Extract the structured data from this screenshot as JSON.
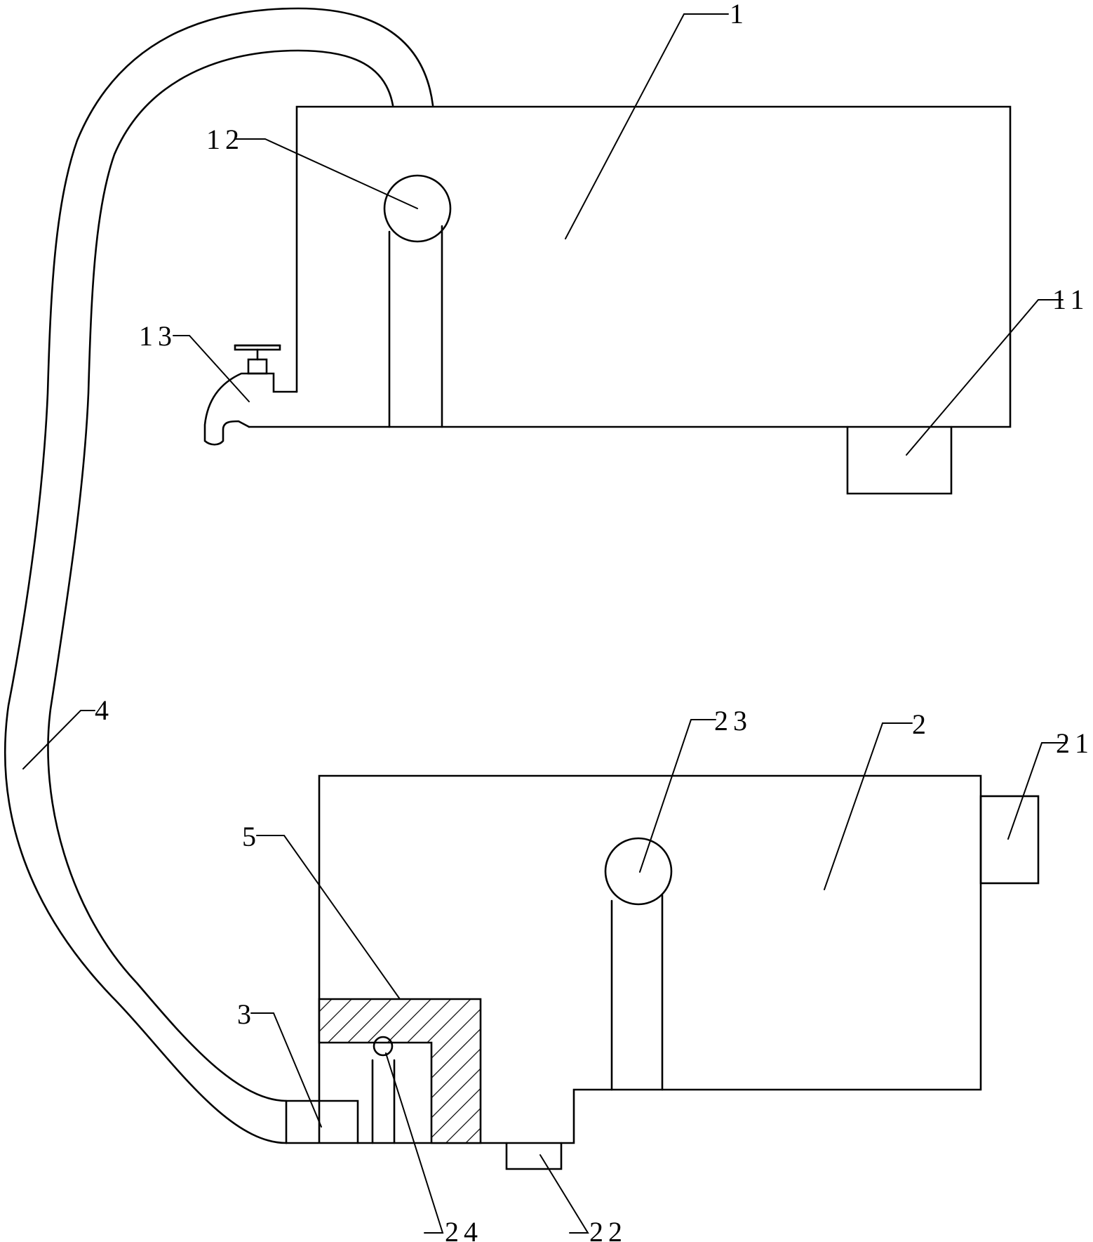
{
  "colors": {
    "stroke": "#000000",
    "background": "#ffffff"
  },
  "labels": {
    "upper_tank": "1",
    "lower_tank": "2",
    "connector_3": "3",
    "hose": "4",
    "cover": "5",
    "upper_outlet": "11",
    "upper_float": "12",
    "faucet": "13",
    "lower_side_inlet": "21",
    "lower_outlet": "22",
    "lower_float": "23",
    "small_float": "24"
  }
}
